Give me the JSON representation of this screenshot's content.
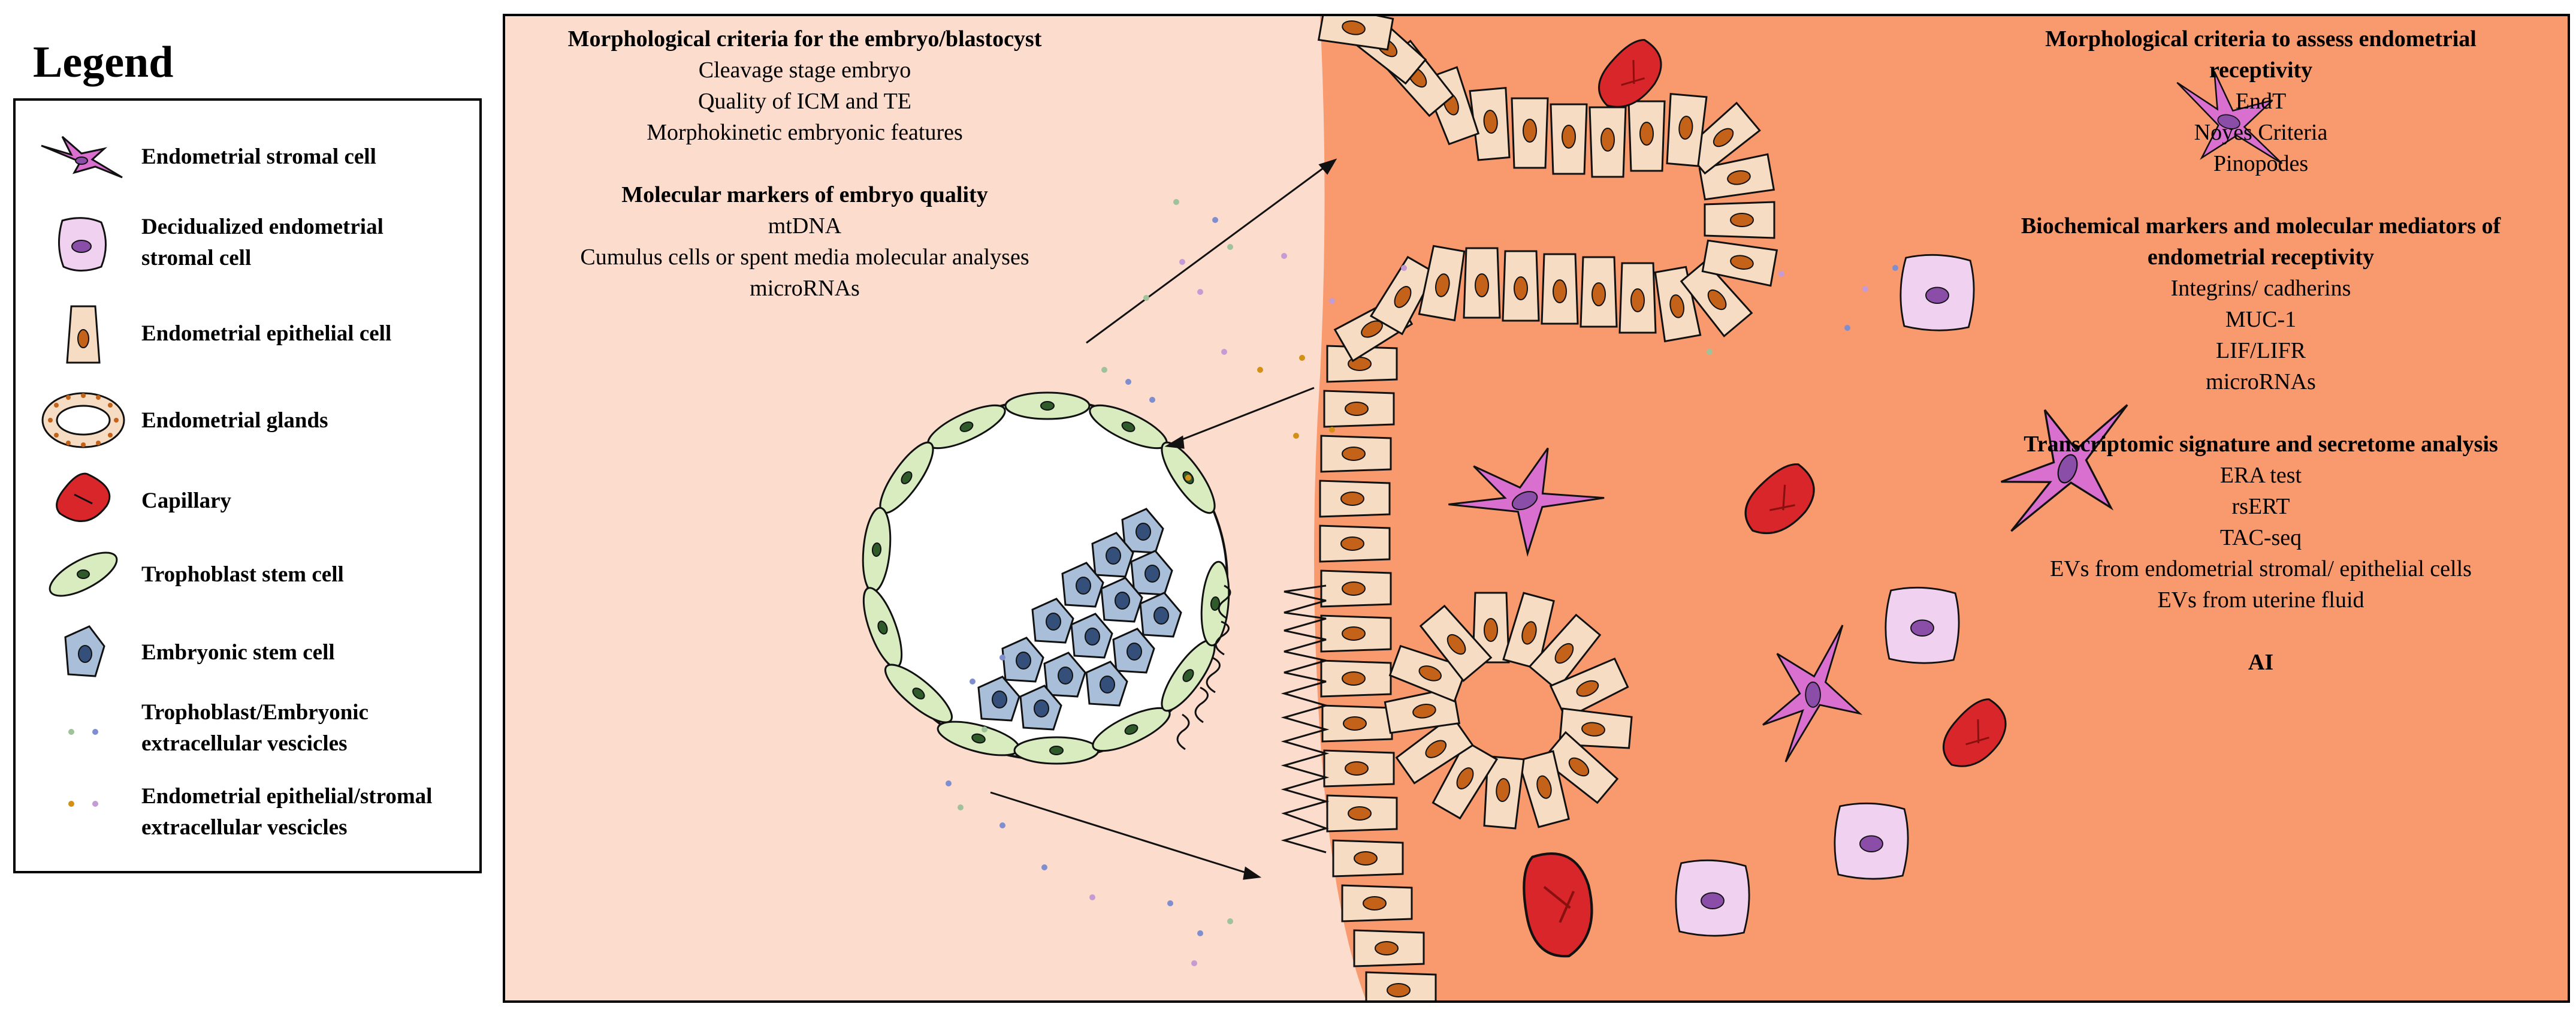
{
  "legend": {
    "title": "Legend",
    "items": [
      {
        "label": "Endometrial stromal cell",
        "icon": "endometrial-stromal-cell-icon"
      },
      {
        "label": "Decidualized endometrial\nstromal cell",
        "icon": "decidualized-stromal-cell-icon"
      },
      {
        "label": "Endometrial epithelial cell",
        "icon": "epithelial-cell-icon"
      },
      {
        "label": "Endometrial glands",
        "icon": "endometrial-gland-icon"
      },
      {
        "label": "Capillary",
        "icon": "capillary-icon"
      },
      {
        "label": "Trophoblast stem cell",
        "icon": "trophoblast-stem-cell-icon"
      },
      {
        "label": "Embryonic stem cell",
        "icon": "embryonic-stem-cell-icon"
      },
      {
        "label": "Trophoblast/Embryonic\nextracellular vescicles",
        "icon": "trophoblast-embryonic-vesicles-icon"
      },
      {
        "label": "Endometrial epithelial/stromal\nextracellular vescicles",
        "icon": "endometrial-vesicles-icon"
      }
    ]
  },
  "embryo_criteria": {
    "heading1": "Morphological criteria for the embryo/blastocyst",
    "items1": [
      "Cleavage stage embryo",
      "Quality of ICM and TE",
      "Morphokinetic embryonic features"
    ],
    "heading2": "Molecular markers of embryo quality",
    "items2": [
      "mtDNA",
      "Cumulus cells or spent media molecular analyses",
      "microRNAs"
    ]
  },
  "endometrium_criteria": {
    "heading1": "Morphological criteria to assess endometrial receptivity",
    "items1": [
      "EndT",
      "Noyes Criteria",
      "Pinopodes"
    ],
    "heading2": "Biochemical markers and molecular mediators of endometrial receptivity",
    "items2": [
      "Integrins/ cadherins",
      "MUC-1",
      "LIF/LIFR",
      "microRNAs"
    ],
    "heading3": "Transcriptomic signature and secretome analysis",
    "items3": [
      "ERA test",
      "rsERT",
      "TAC-seq",
      "EVs from endometrial stromal/ epithelial cells",
      "EVs from uterine fluid"
    ],
    "heading4": "AI"
  },
  "colors": {
    "embryo_side_bg": "#fcdccd",
    "endometrium_bg": "#f99a6e",
    "epithelial_cell": "#f6dcc3",
    "nucleus": "#c4621a",
    "stromal_cell": "#d96fcf",
    "decidualized_cell": "#f0d2f0",
    "capillary": "#d9262a",
    "trophoblast": "#d8ecc0",
    "embryonic_stem_cell": "#a9bfd9"
  }
}
